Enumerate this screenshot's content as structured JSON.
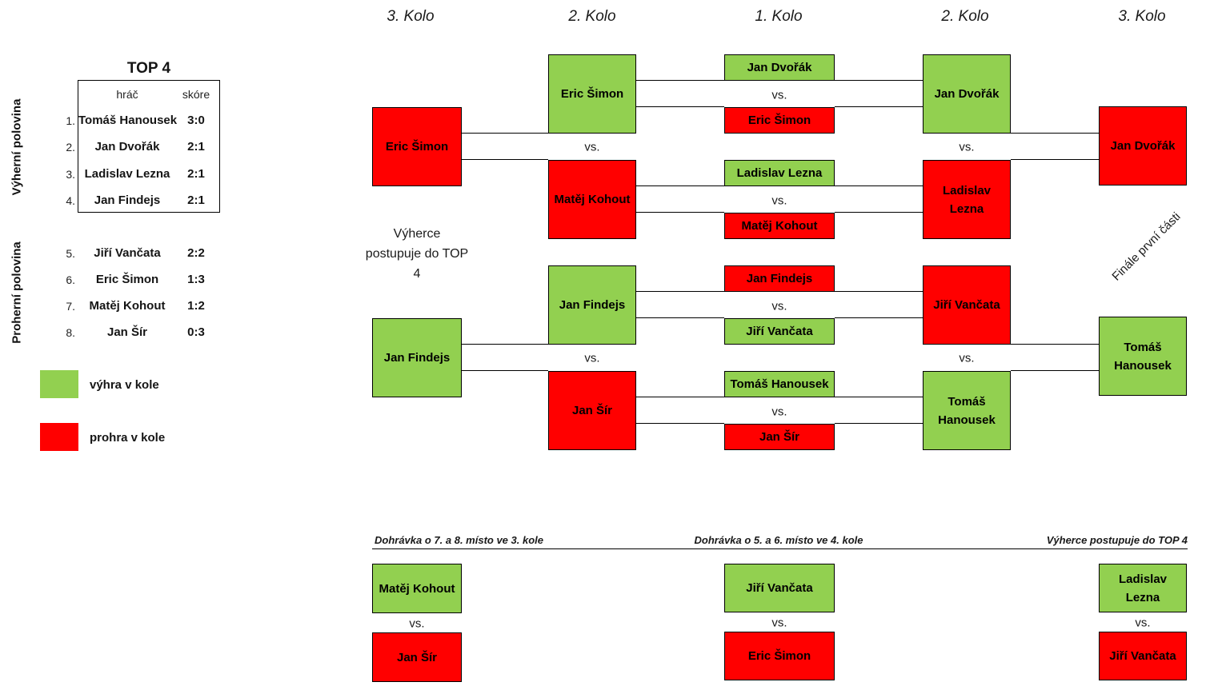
{
  "colors": {
    "win": "#92D050",
    "loss": "#FF0000",
    "line": "#000000"
  },
  "round_headers": [
    {
      "label": "3. Kolo"
    },
    {
      "label": "2. Kolo"
    },
    {
      "label": "1. Kolo"
    },
    {
      "label": "2. Kolo"
    },
    {
      "label": "3. Kolo"
    }
  ],
  "side_labels": {
    "winners": "Výherní polovina",
    "losers": "Proherní polovina"
  },
  "top4": {
    "title": "TOP 4",
    "player_header": "hráč",
    "score_header": "skóre",
    "rows": [
      {
        "rank": "1.",
        "player": "Tomáš Hanousek",
        "score": "3:0"
      },
      {
        "rank": "2.",
        "player": "Jan Dvořák",
        "score": "2:1"
      },
      {
        "rank": "3.",
        "player": "Ladislav Lezna",
        "score": "2:1"
      },
      {
        "rank": "4.",
        "player": "Jan Findejs",
        "score": "2:1"
      }
    ]
  },
  "bottom_half_rows": [
    {
      "rank": "5.",
      "player": "Jiří Vančata",
      "score": "2:2"
    },
    {
      "rank": "6.",
      "player": "Eric Šimon",
      "score": "1:3"
    },
    {
      "rank": "7.",
      "player": "Matěj Kohout",
      "score": "1:2"
    },
    {
      "rank": "8.",
      "player": "Jan Šír",
      "score": "0:3"
    }
  ],
  "legend": {
    "win_label": "výhra v kole",
    "loss_label": "prohra v kole"
  },
  "labels": {
    "vs": "vs.",
    "advance": "Výherce postupuje do TOP 4",
    "finale": "Finále první části"
  },
  "bracket": {
    "r3_left": [
      {
        "name": "Eric Šimon",
        "result": "loss"
      },
      {
        "name": "Jan Findejs",
        "result": "win"
      }
    ],
    "r2_left": [
      {
        "name": "Eric Šimon",
        "result": "win"
      },
      {
        "name": "Matěj Kohout",
        "result": "loss"
      },
      {
        "name": "Jan Findejs",
        "result": "win"
      },
      {
        "name": "Jan Šír",
        "result": "loss"
      }
    ],
    "r1": [
      {
        "top": {
          "name": "Jan Dvořák",
          "result": "win"
        },
        "bottom": {
          "name": "Eric Šimon",
          "result": "loss"
        }
      },
      {
        "top": {
          "name": "Ladislav Lezna",
          "result": "win"
        },
        "bottom": {
          "name": "Matěj Kohout",
          "result": "loss"
        }
      },
      {
        "top": {
          "name": "Jan Findejs",
          "result": "loss"
        },
        "bottom": {
          "name": "Jiří Vančata",
          "result": "win"
        }
      },
      {
        "top": {
          "name": "Tomáš Hanousek",
          "result": "win"
        },
        "bottom": {
          "name": "Jan Šír",
          "result": "loss"
        }
      }
    ],
    "r2_right": [
      {
        "name": "Jan Dvořák",
        "result": "win"
      },
      {
        "name": "Ladislav Lezna",
        "result": "loss"
      },
      {
        "name": "Jiří Vančata",
        "result": "loss"
      },
      {
        "name": "Tomáš Hanousek",
        "result": "win"
      }
    ],
    "r3_right": [
      {
        "name": "Jan Dvořák",
        "result": "loss"
      },
      {
        "name": "Tomáš Hanousek",
        "result": "win"
      }
    ]
  },
  "playoffs": [
    {
      "label": "Dohrávka o 7. a 8. místo ve 3. kole",
      "top": {
        "name": "Matěj Kohout",
        "result": "win"
      },
      "bottom": {
        "name": "Jan Šír",
        "result": "loss"
      }
    },
    {
      "label": "Dohrávka o 5. a 6. místo ve 4. kole",
      "top": {
        "name": "Jiří Vančata",
        "result": "win"
      },
      "bottom": {
        "name": "Eric Šimon",
        "result": "loss"
      }
    },
    {
      "label": "Výherce postupuje do TOP 4",
      "top": {
        "name": "Ladislav Lezna",
        "result": "win"
      },
      "bottom": {
        "name": "Jiří Vančata",
        "result": "loss"
      }
    }
  ]
}
